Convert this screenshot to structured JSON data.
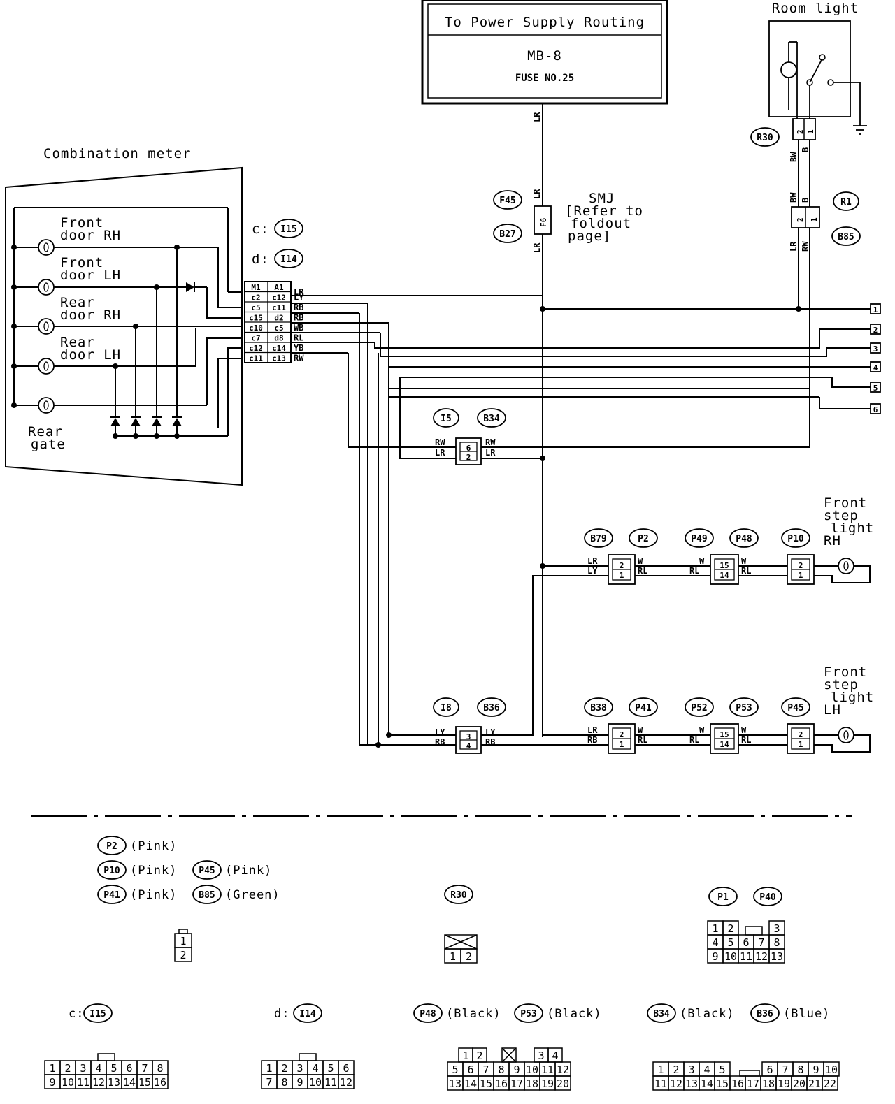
{
  "power_box": {
    "title": "To Power Supply Routing",
    "ref": "MB-8",
    "fuse": "FUSE NO.25"
  },
  "room_light": {
    "label": "Room light",
    "connector": "R30",
    "connector2": "R1",
    "connector3": "B85",
    "wire_bw": "BW",
    "wire_b": "B",
    "wire_rw": "RW",
    "wire_lr": "LR"
  },
  "smj": {
    "lines": [
      "SMJ",
      "[Refer to",
      "foldout",
      "page]"
    ],
    "connectors": [
      "F45",
      "B27"
    ],
    "pin": "F6",
    "wire": "LR"
  },
  "combination_meter": {
    "title": "Combination meter",
    "conn_c": "c:",
    "conn_c_id": "I15",
    "conn_d": "d:",
    "conn_d_id": "I14",
    "items": [
      {
        "line1": "Front",
        "line2": "door RH"
      },
      {
        "line1": "Front",
        "line2": "door LH"
      },
      {
        "line1": "Rear",
        "line2": "door RH"
      },
      {
        "line1": "Rear",
        "line2": "door LH"
      },
      {
        "line1": "Rear",
        "line2": "gate"
      }
    ],
    "pin_rows": [
      [
        "M1",
        "A1"
      ],
      [
        "c2",
        "c12"
      ],
      [
        "c5",
        "c11"
      ],
      [
        "c15",
        "d2"
      ],
      [
        "c10",
        "c5"
      ],
      [
        "c7",
        "d8"
      ],
      [
        "c12",
        "c14"
      ],
      [
        "c11",
        "c13"
      ]
    ],
    "wire_codes": [
      "LR",
      "LY",
      "RB",
      "RB",
      "WB",
      "RL",
      "YB",
      "RW"
    ]
  },
  "right_terminals": [
    "1",
    "2",
    "3",
    "4",
    "5",
    "6"
  ],
  "mid_connector": {
    "ids": [
      "I5",
      "B34"
    ],
    "pins": [
      "6",
      "2"
    ],
    "wires_left": [
      "RW",
      "LR"
    ],
    "wires_right": [
      "RW",
      "LR"
    ]
  },
  "front_step_rh": {
    "label": [
      "Front",
      "step",
      "light",
      "RH"
    ],
    "connectors": [
      "B79",
      "P2",
      "P49",
      "P48",
      "P10"
    ],
    "c1_pins": [
      "2",
      "1"
    ],
    "c1_left": [
      "LR",
      "LY"
    ],
    "c1_right": [
      "W",
      "RL"
    ],
    "c2_pins": [
      "15",
      "14"
    ],
    "c2_left": [
      "W",
      "RL"
    ],
    "c2_right": [
      "W",
      "RL"
    ],
    "c3_pins": [
      "2",
      "1"
    ]
  },
  "front_step_lh": {
    "label": [
      "Front",
      "step",
      "light",
      "LH"
    ],
    "connectors": [
      "B38",
      "P41",
      "P52",
      "P53",
      "P45"
    ],
    "c1_pins": [
      "2",
      "1"
    ],
    "c1_left": [
      "LR",
      "RB"
    ],
    "c1_right": [
      "W",
      "RL"
    ],
    "c2_pins": [
      "15",
      "14"
    ],
    "c2_left": [
      "W",
      "RL"
    ],
    "c2_right": [
      "W",
      "RL"
    ],
    "c3_pins": [
      "2",
      "1"
    ]
  },
  "i8_connector": {
    "ids": [
      "I8",
      "B36"
    ],
    "pins": [
      "3",
      "4"
    ],
    "wires_left": [
      "LY",
      "RB"
    ],
    "wires_right": [
      "LY",
      "RB"
    ]
  },
  "legend": {
    "row1": [
      {
        "id": "P2",
        "color": "(Pink)"
      }
    ],
    "row2": [
      {
        "id": "P10",
        "color": "(Pink)"
      },
      {
        "id": "P45",
        "color": "(Pink)"
      }
    ],
    "row3": [
      {
        "id": "P41",
        "color": "(Pink)"
      },
      {
        "id": "B85",
        "color": "(Green)"
      }
    ],
    "r30": "R30",
    "p1": "P1",
    "p40": "P40",
    "c_label": "c:",
    "c_id": "I15",
    "d_label": "d:",
    "d_id": "I14",
    "p48": {
      "id": "P48",
      "color": "(Black)"
    },
    "p53": {
      "id": "P53",
      "color": "(Black)"
    },
    "b34": {
      "id": "B34",
      "color": "(Black)"
    },
    "b36": {
      "id": "B36",
      "color": "(Blue)"
    },
    "two_pin": [
      "1",
      "2"
    ],
    "r30_pins": [
      "1",
      "2"
    ],
    "p1_rows": [
      [
        "1",
        "2",
        "3"
      ],
      [
        "4",
        "5",
        "6",
        "7",
        "8"
      ],
      [
        "9",
        "10",
        "11",
        "12",
        "13"
      ]
    ],
    "c_rows": [
      [
        "1",
        "2",
        "3",
        "4",
        "5",
        "6",
        "7",
        "8"
      ],
      [
        "9",
        "10",
        "11",
        "12",
        "13",
        "14",
        "15",
        "16"
      ]
    ],
    "d_rows": [
      [
        "1",
        "2",
        "3",
        "4",
        "5",
        "6"
      ],
      [
        "7",
        "8",
        "9",
        "10",
        "11",
        "12"
      ]
    ],
    "p48_rows": [
      [
        "1",
        "2",
        "3",
        "4"
      ],
      [
        "5",
        "6",
        "7",
        "8",
        "9",
        "10",
        "11",
        "12"
      ],
      [
        "13",
        "14",
        "15",
        "16",
        "17",
        "18",
        "19",
        "20"
      ]
    ],
    "b34_rows": [
      [
        "1",
        "2",
        "3",
        "4",
        "5",
        "6",
        "7",
        "8",
        "9",
        "10"
      ],
      [
        "11",
        "12",
        "13",
        "14",
        "15",
        "16",
        "17",
        "18",
        "19",
        "20",
        "21",
        "22"
      ]
    ]
  }
}
